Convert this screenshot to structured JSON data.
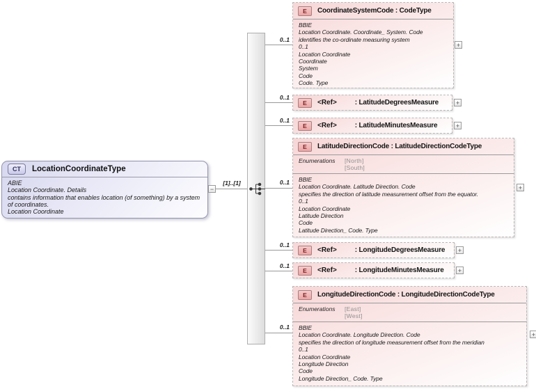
{
  "root": {
    "badge": "CT",
    "title": "LocationCoordinateType",
    "description_lines": [
      "ABIE",
      "Location Coordinate. Details",
      "contains information that enables location (of something) by a system of coordinates.",
      "Location Coordinate"
    ],
    "cardinality": "[1]..[1]"
  },
  "compositor": {
    "type": "sequence"
  },
  "icons": {
    "expand_icon": "+",
    "collapse_icon": "−"
  },
  "elements": [
    {
      "badge": "E",
      "title": "CoordinateSystemCode : CodeType",
      "cardinality": "0..1",
      "description_lines": [
        "BBIE",
        "Location Coordinate. Coordinate_ System. Code",
        "identifies the co-ordinate measuring system",
        "0..1",
        "Location Coordinate",
        "Coordinate",
        "System",
        "Code",
        "Code. Type"
      ]
    },
    {
      "badge": "E",
      "ref": "<Ref>",
      "title": ": LatitudeDegreesMeasure",
      "cardinality": "0..1"
    },
    {
      "badge": "E",
      "ref": "<Ref>",
      "title": ": LatitudeMinutesMeasure",
      "cardinality": "0..1"
    },
    {
      "badge": "E",
      "title": "LatitudeDirectionCode : LatitudeDirectionCodeType",
      "cardinality": "0..1",
      "enum_label": "Enumerations",
      "enum_values": [
        "[North]",
        "[South]"
      ],
      "description_lines": [
        "BBIE",
        "Location Coordinate. Latitude Direction. Code",
        "specifies the direction of latitude measurement offset from the equator.",
        "0..1",
        "Location Coordinate",
        "Latitude Direction",
        "Code",
        "Latitude Direction_ Code. Type"
      ]
    },
    {
      "badge": "E",
      "ref": "<Ref>",
      "title": ": LongitudeDegreesMeasure",
      "cardinality": "0..1"
    },
    {
      "badge": "E",
      "ref": "<Ref>",
      "title": ": LongitudeMinutesMeasure",
      "cardinality": "0..1"
    },
    {
      "badge": "E",
      "title": "LongitudeDirectionCode : LongitudeDirectionCodeType",
      "cardinality": "0..1",
      "enum_label": "Enumerations",
      "enum_values": [
        "[East]",
        "[West]"
      ],
      "description_lines": [
        "BBIE",
        "Location Coordinate. Longitude Direction. Code",
        "specifies the direction of longitude measurement offset from the meridian",
        "0..1",
        "Location Coordinate",
        "Longitude Direction",
        "Code",
        "Longitude Direction_ Code. Type"
      ]
    }
  ],
  "colors": {
    "abie_fill": "#d7d7ef",
    "bbie_fill": "#f7d6d6",
    "badge_e_fill": "#f6caca",
    "enum_value_text": "#8f8f8f",
    "wire": "#999999"
  }
}
